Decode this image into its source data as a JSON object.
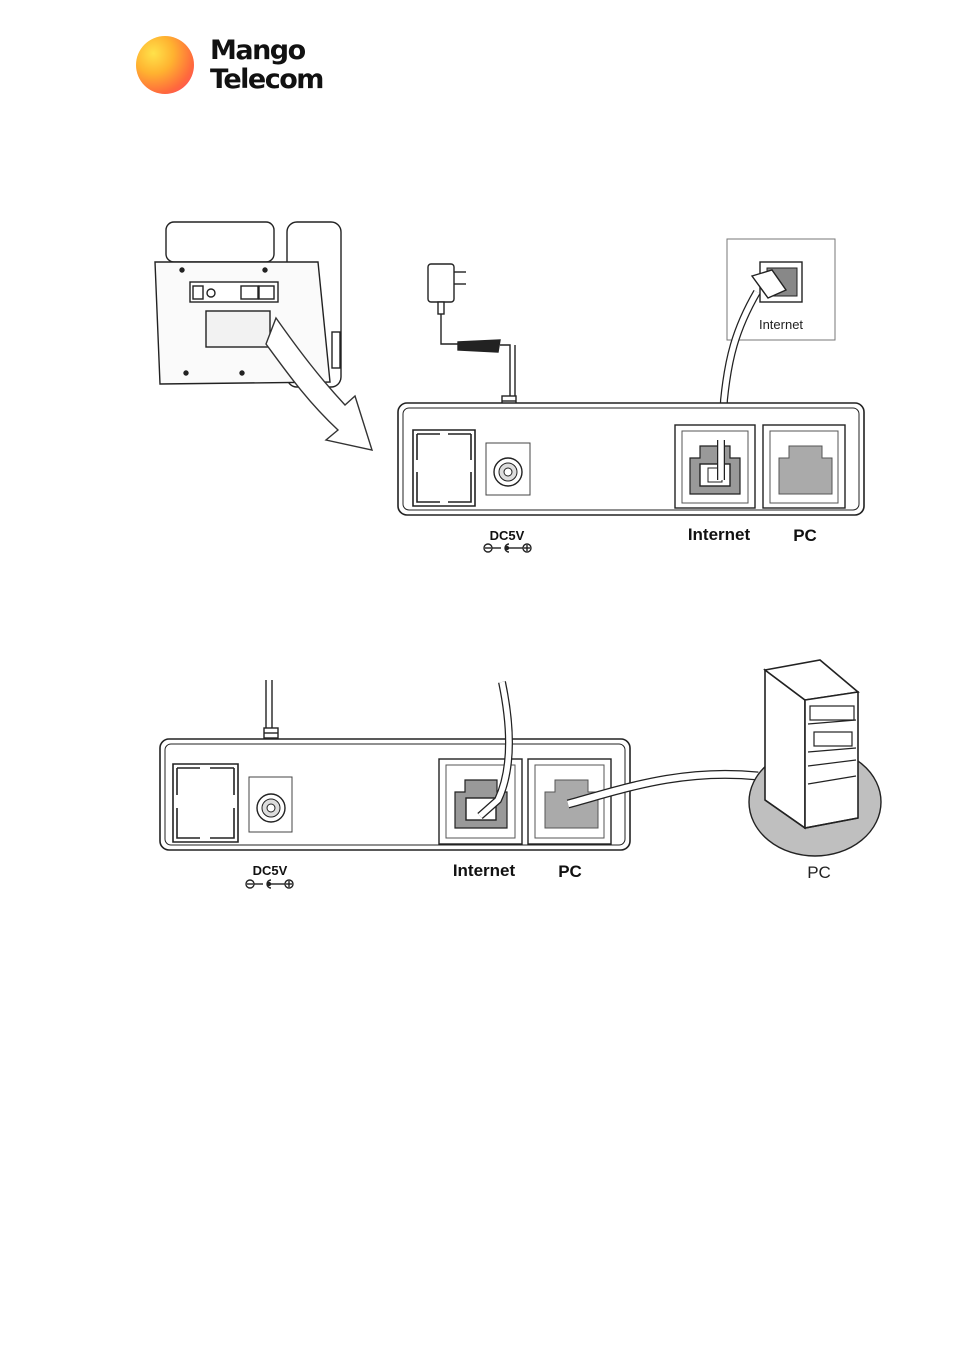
{
  "brand": {
    "line1": "Mango",
    "line2": "Telecom",
    "colors": [
      "#ffe24a",
      "#ff6a3c",
      "#ff3d6e"
    ]
  },
  "figure1": {
    "inset_label": "Internet",
    "dc_label": "DC5V",
    "internet_label": "Internet",
    "pc_label": "PC"
  },
  "figure2": {
    "dc_label": "DC5V",
    "internet_label": "Internet",
    "pc_port_label": "PC",
    "computer_label": "PC"
  }
}
